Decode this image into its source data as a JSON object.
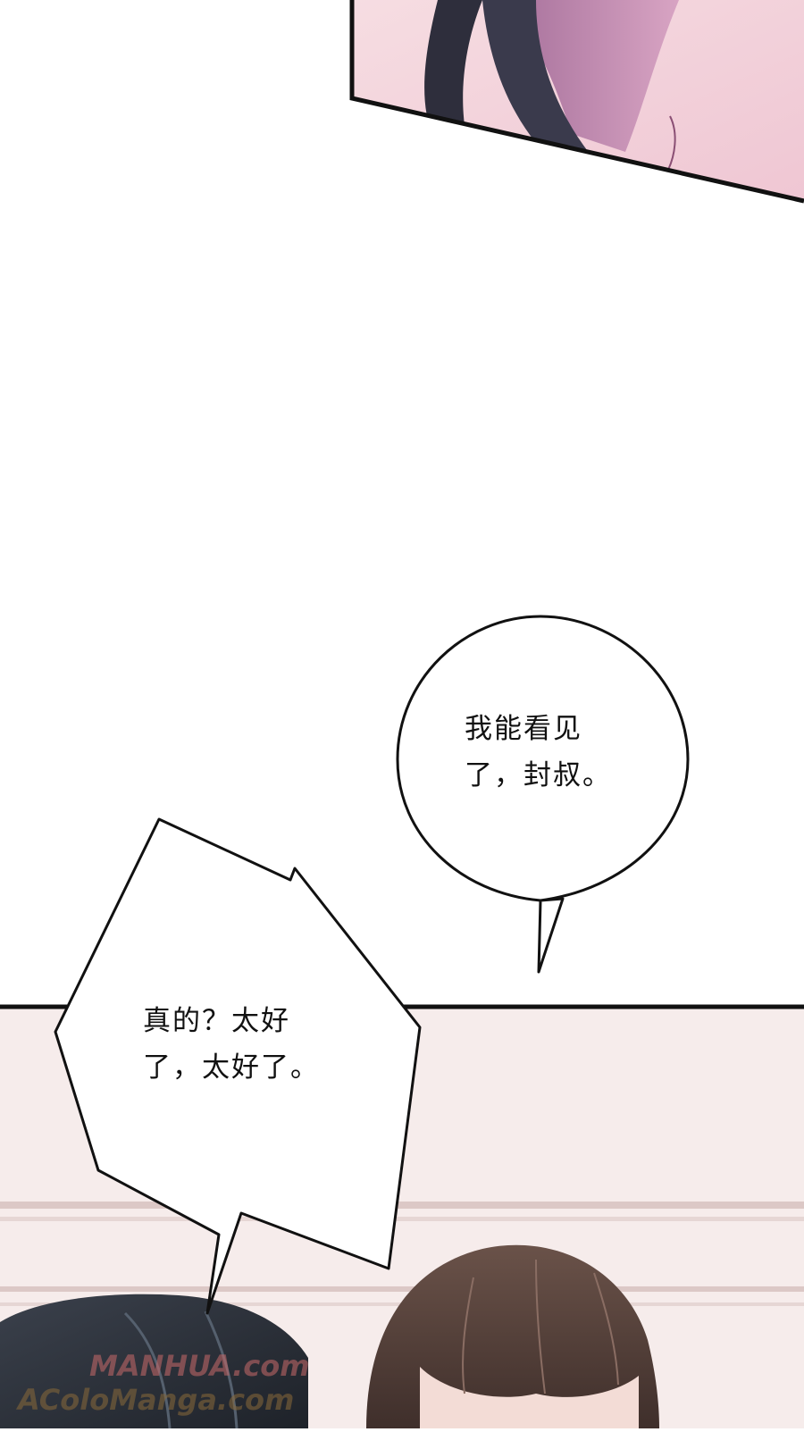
{
  "panels": {
    "top": {
      "description_colors": {
        "hair": "#2e2e3c",
        "skin": "#f3d6dc",
        "shade": "#b87ca6"
      }
    },
    "bottom": {
      "colors": {
        "wall": "#f6eceb",
        "stripe": "#d9c4c2",
        "hair_dark": "#2b3038",
        "hair_brown": "#5a453f"
      }
    }
  },
  "bubbles": {
    "round": {
      "lines": [
        "我能看见",
        "了，封叔。"
      ]
    },
    "spiky": {
      "lines": [
        "真的？太好",
        "了，太好了。"
      ]
    }
  },
  "watermark": {
    "line1": "MANHUA.com",
    "line2": "AColoManga.com"
  }
}
